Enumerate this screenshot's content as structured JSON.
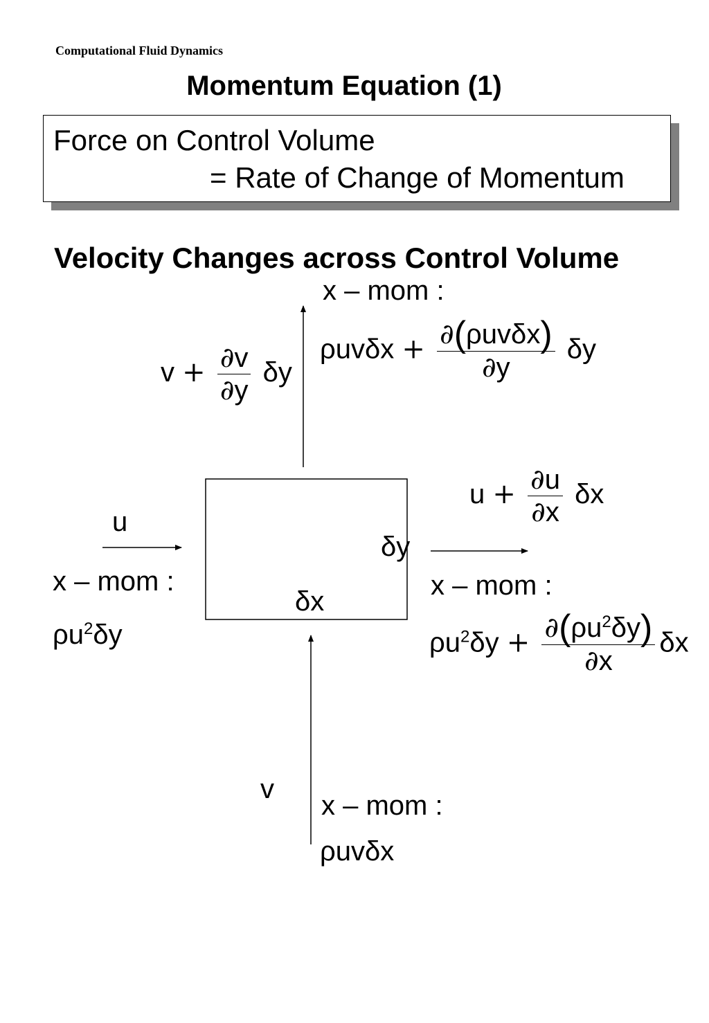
{
  "header": {
    "course": "Computational Fluid Dynamics"
  },
  "title": "Momentum Equation (1)",
  "box": {
    "line1": "Force on Control Volume",
    "line2": "= Rate of Change of Momentum"
  },
  "subtitle": "Velocity Changes across Control Volume",
  "labels": {
    "x_mom": "x – mom :",
    "u": "u",
    "v": "v",
    "dy": "δy",
    "dx": "δx",
    "rho": "ρ",
    "u_sym": "u",
    "partial": "∂",
    "plus": "+",
    "top_expr": {
      "lead": "ρuvδx",
      "num": "ρuvδx",
      "den": "y",
      "trail": "δy"
    },
    "left_expr": {
      "lead": "ρu",
      "sup": "2",
      "tail": "δy"
    },
    "right_expr": {
      "lead": "ρu",
      "sup": "2",
      "mid": "δy",
      "num_lead": "ρu",
      "num_sup": "2",
      "num_tail": "δy",
      "den": "x",
      "trail": "δx"
    },
    "bottom_expr": "ρuvδx",
    "v_top": {
      "lead": "v",
      "num": "v",
      "den": "y",
      "trail": "δy"
    },
    "u_right": {
      "lead": "u",
      "num": "u",
      "den": "x",
      "trail": "δx"
    }
  }
}
